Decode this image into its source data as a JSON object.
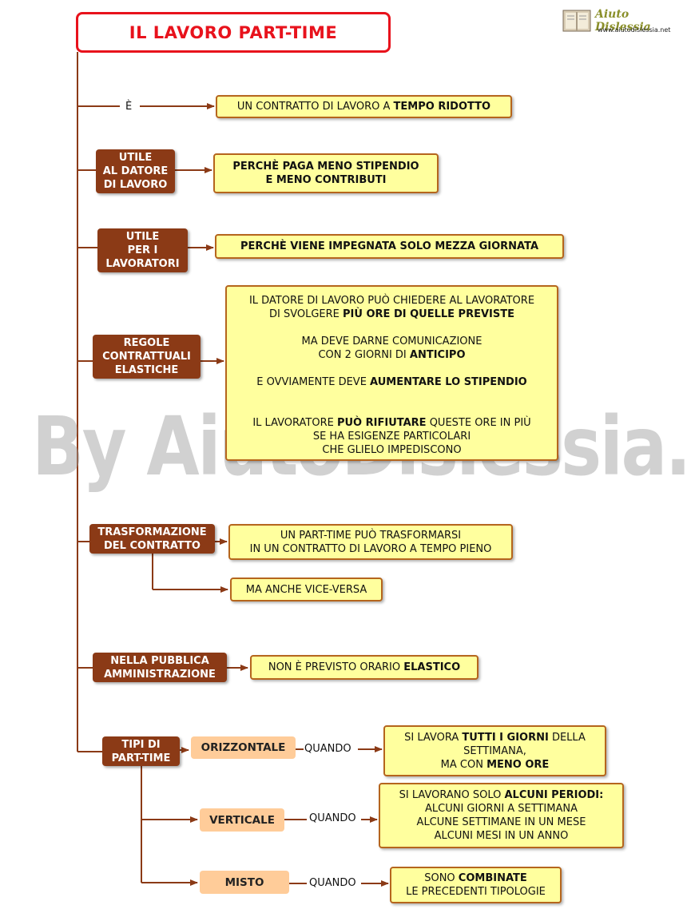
{
  "title": "IL LAVORO PART-TIME",
  "logo": {
    "name": "Aiuto Dislessia",
    "url": "www.aiutodislessia.net"
  },
  "watermark": "By AiutoDislessia.net",
  "connectors": {
    "e": "È",
    "quando": "QUANDO"
  },
  "nodes": {
    "contratto": {
      "before": "UN CONTRATTO DI LAVORO A ",
      "bold": "TEMPO RIDOTTO"
    },
    "utile_datore": {
      "label": "UTILE\nAL DATORE\nDI LAVORO",
      "text": "PERCHÈ PAGA MENO STIPENDIO\nE MENO CONTRIBUTI"
    },
    "utile_lavoratori": {
      "label": "UTILE\nPER I\nLAVORATORI",
      "text": "PERCHÈ VIENE IMPEGNATA SOLO  MEZZA GIORNATA"
    },
    "regole": {
      "label": "REGOLE\nCONTRATTUALI\nELASTICHE",
      "p1_line1": "IL DATORE DI LAVORO PUÒ CHIEDERE AL LAVORATORE",
      "p1_line2_before": "DI SVOLGERE ",
      "p1_line2_bold": "PIÙ ORE DI QUELLE PREVISTE",
      "p2_line1": "MA DEVE DARNE COMUNICAZIONE",
      "p2_line2_before": "CON 2 GIORNI DI ",
      "p2_line2_bold": "ANTICIPO",
      "p3_before": "E OVVIAMENTE DEVE ",
      "p3_bold": "AUMENTARE LO STIPENDIO",
      "p4_line1_before": "IL LAVORATORE ",
      "p4_line1_bold": "PUÒ RIFIUTARE",
      "p4_line1_after": " QUESTE ORE IN PIÙ",
      "p4_line2": "SE HA ESIGENZE PARTICOLARI",
      "p4_line3": "CHE GLIELO IMPEDISCONO"
    },
    "trasformazione": {
      "label": "TRASFORMAZIONE\nDEL CONTRATTO",
      "text1": "UN PART-TIME PUÒ TRASFORMARSI\nIN UN CONTRATTO DI LAVORO A TEMPO PIENO",
      "text2": "MA ANCHE VICE-VERSA"
    },
    "pubblica": {
      "label": "NELLA PUBBLICA\nAMMINISTRAZIONE",
      "before": "NON È PREVISTO ORARIO ",
      "bold": "ELASTICO"
    },
    "tipi": {
      "label": "TIPI DI\nPART-TIME",
      "orizzontale": {
        "name": "ORIZZONTALE",
        "line1_before": "SI LAVORA ",
        "line1_bold": "TUTTI I GIORNI",
        "line1_after": " DELLA",
        "line2": "SETTIMANA,",
        "line3_before": "MA CON ",
        "line3_bold": "MENO ORE"
      },
      "verticale": {
        "name": "VERTICALE",
        "line1_before": "SI LAVORANO SOLO ",
        "line1_bold": "ALCUNI PERIODI:",
        "line2": "ALCUNI GIORNI A SETTIMANA",
        "line3": "ALCUNE SETTIMANE IN UN MESE",
        "line4": "ALCUNI MESI IN UN ANNO"
      },
      "misto": {
        "name": "MISTO",
        "line1_before": "SONO ",
        "line1_bold": "COMBINATE",
        "line2": "LE PRECEDENTI TIPOLOGIE"
      }
    }
  }
}
